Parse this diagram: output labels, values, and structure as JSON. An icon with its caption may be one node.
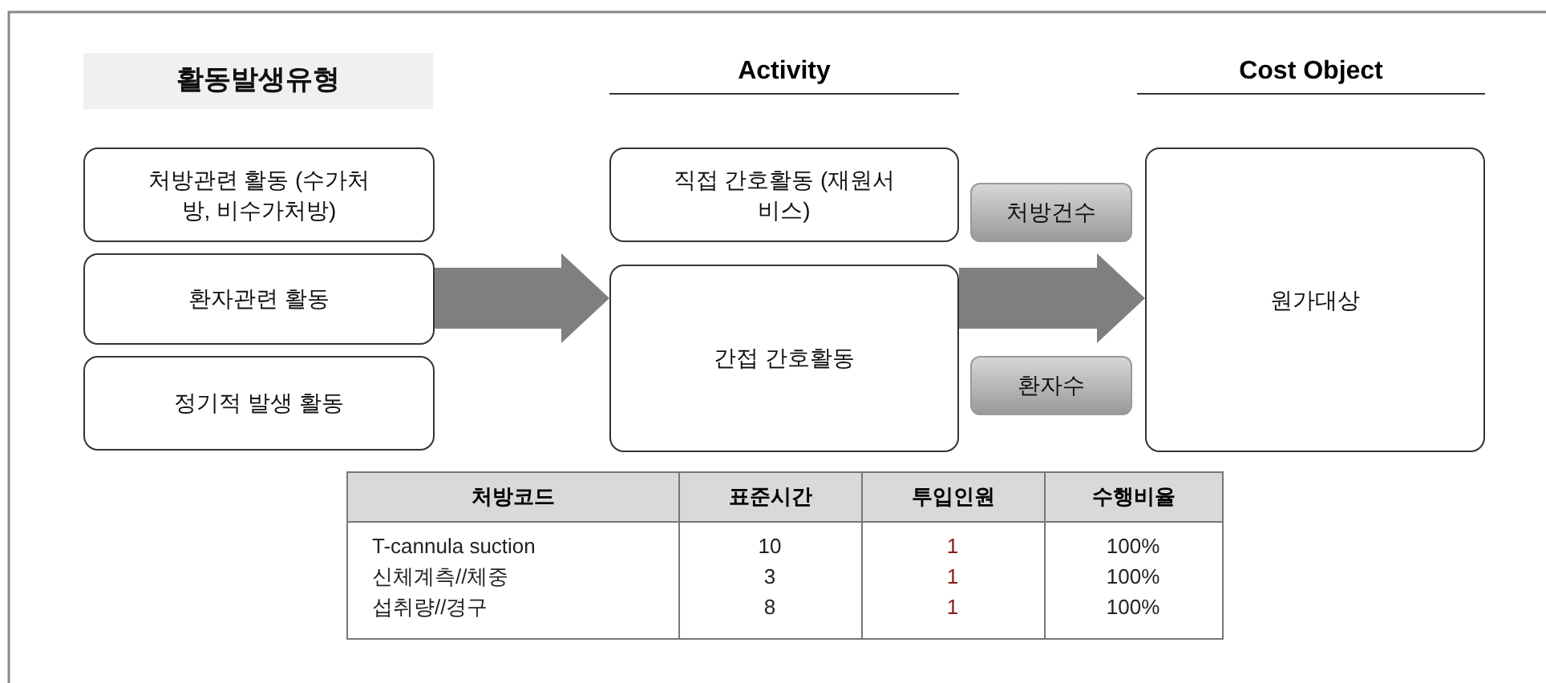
{
  "diagram": {
    "nodes": [
      {
        "text": [
          "활동발생유형"
        ]
      },
      {
        "text": [
          "처방관련 활동 (수가처방, 비수가처방)"
        ]
      },
      {
        "text": [
          "환자관련 활동"
        ]
      },
      {
        "text": [
          "정기적 발생 활동"
        ]
      },
      {
        "text": [
          "직접 간호활동 (재원서비스)"
        ]
      },
      {
        "text": [
          "간접 간호활동"
        ]
      },
      {
        "text": [
          "원가대상"
        ]
      },
      {
        "text": [
          "처방건수"
        ]
      },
      {
        "text": [
          "환자수"
        ]
      }
    ],
    "edges": [
      {
        "from": 2,
        "to": 5,
        "arrow": "to",
        "style": "thick"
      },
      {
        "from": 5,
        "to": 6,
        "arrow": "to",
        "style": "thick"
      }
    ],
    "labels": [
      "Activity",
      "Cost Object",
      "처방코드",
      "표준시간",
      "투입인원",
      "수행비율",
      "T-cannula suction",
      "10",
      "1",
      "100%",
      "신체계측//체중",
      "3",
      "1",
      "100%",
      "섭취량//경구",
      "8",
      "1",
      "100%"
    ]
  }
}
